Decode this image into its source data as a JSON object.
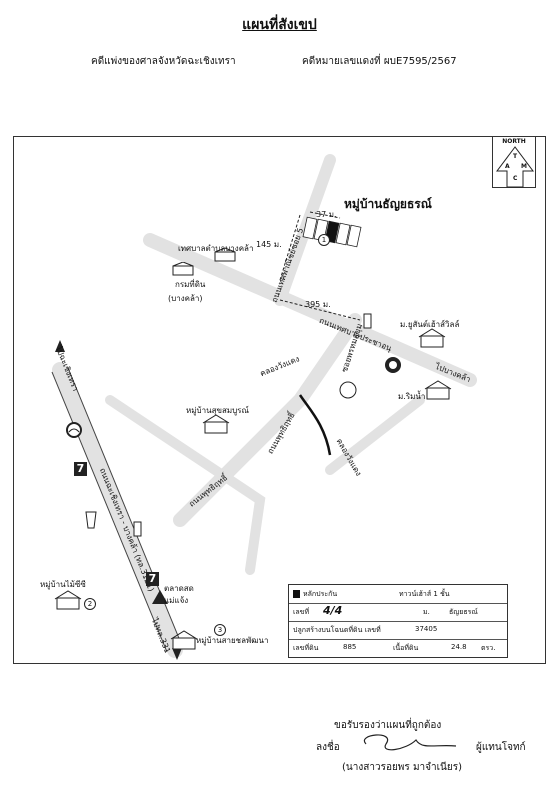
{
  "header": {
    "title": "แผนที่สังเขป",
    "court": "คดีแพ่งของศาลจังหวัดฉะเชิงเทรา",
    "case_no": "คดีหมายเลขแดงที่  ผบE7595/2567"
  },
  "compass": {
    "north": "NORTH",
    "letters": [
      "T",
      "A",
      "M",
      "C"
    ]
  },
  "labels": {
    "village_main": "หมู่บ้านธัญยธรณ์",
    "dist_37": "37 ม.",
    "dist_145": "145 ม.",
    "dist_395": "395 ม.",
    "municipality": "เทศบาลตำบลบางคล้า",
    "land_office": "กรมที่ดิน",
    "land_office_sub": "(บางคล้า)",
    "road_kheha_v": "ถนนเทศพาณิชย์ซอย 5",
    "road_kheha_h": "ถนนเทศบาลประชาอนุ",
    "soi_sukhumvit_v": "ซอยพรหมสุขุม",
    "to_bangkla": "ไปบางคล้า",
    "to_left": "ไปฉะเชิงเทรา",
    "mu_usa": "ม.ยูสันต์เฮ้าส์วิลล์",
    "mu_rimnam": "ม.ริมน้ำ",
    "canal_1": "คลองวังแดง",
    "canal_2": "คลองวังแดง",
    "mu_sukhom": "หมู่บ้านสุขสมบูรณ์",
    "road_sukhumvit_1": "ถนนพุทธิฤทธิ์",
    "road_sukhumvit_2": "ถนนพุทธิฤทธิ์",
    "main_road": "ถนนฉะเชิงเทรา - บางคล้า (ทล.3121)",
    "market": "ตลาดสด",
    "market_sub": "แม่แจ้ง",
    "mu_left": "หมู่บ้านไม้ซีซี",
    "mu_bottom": "หมู่บ้านสายชลพัฒนา",
    "to_bottom": "ไปทล.331"
  },
  "legend": {
    "marker_label": "หลักประกัน",
    "building_type": "ทาวน์เฮ้าส์ 1  ชั้น",
    "house_no_label": "เลขที่",
    "house_no": "4/4",
    "mu_label": "ม.",
    "village": "ธัญยธรณ์",
    "deed_label": "ปลูกสร้างบนโฉนดที่ดิน เลขที่",
    "deed_no": "37405",
    "land_no_label": "เลขที่ดิน",
    "land_no": "885",
    "area_label": "เนื้อที่ดิน",
    "area": "24.8",
    "area_unit": "ตรว."
  },
  "signature": {
    "certify": "ขอรับรองว่าแผนที่ถูกต้อง",
    "sign_label": "ลงชื่อ",
    "signer": "(นางสาวรอยพร  มาจำเนียร)",
    "role": "ผู้แทนโจทก์"
  }
}
